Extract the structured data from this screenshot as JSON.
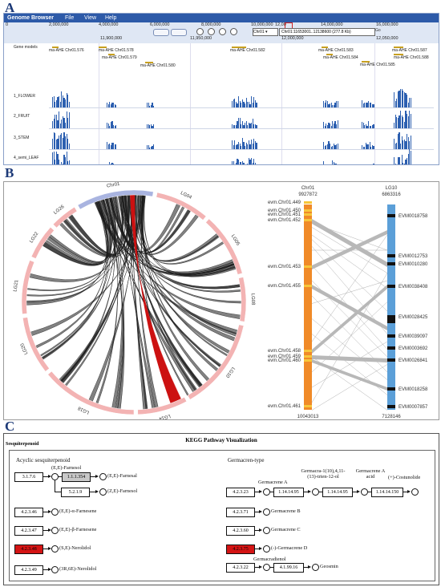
{
  "labels": {
    "a": "A",
    "b": "B",
    "c": "C"
  },
  "browser": {
    "title": "Genome Browser",
    "menu": [
      "File",
      "View",
      "Help"
    ],
    "coords_top": [
      "0",
      "2,000,000",
      "4,000,000",
      "6,000,000",
      "8,000,000",
      "10,000,000",
      "12,00",
      "14,000,000",
      "16,000,000"
    ],
    "coords_zoom": [
      "11,900,000",
      "11,950,000",
      "12,000,000",
      "12,050,000"
    ],
    "chr_select": "Chr01 ▾",
    "region": "Chr01:11653001..12138600 (277.8 Kb)",
    "go": "Go",
    "tracks": [
      "Gene models",
      "1_FLOWER",
      "2_FRUIT",
      "3_STEM",
      "4_semi_LEAF"
    ],
    "genes": [
      "ma-AHE Chr01.576",
      "ma-AHE Chr01.578",
      "ma-AHE Chr01.579",
      "ma-AHE Chr01.580",
      "ma-AHE Chr01.582",
      "ma-AHE Chr01.583",
      "ma-AHE Chr01.584",
      "ma-AHE Chr01.587",
      "ma-AHE Chr01.588",
      "ma-AHE Chr01.585"
    ]
  },
  "circos": {
    "chromosomes": [
      "Chr01",
      "LG04",
      "LG05",
      "LG08",
      "LG10",
      "LG14",
      "LG18",
      "LG20",
      "LG21",
      "LG22",
      "LG26"
    ],
    "colors": {
      "chr01": "#a9b4e0",
      "lg": "#f3b3b3",
      "link": "#1a1a1a",
      "highlight": "#cc1111"
    }
  },
  "synteny": {
    "left_name": "Chr01",
    "left_top": "9927872",
    "left_bottom": "10043013",
    "right_name": "LG10",
    "right_top": "6863316",
    "right_bottom": "7128146",
    "left_genes": [
      "evm.Chr01.449",
      "evm.Chr01.450",
      "evm.Chr01.451",
      "evm.Chr01.452",
      "evm.Chr01.453",
      "evm.Chr01.455",
      "evm.Chr01.458",
      "evm.Chr01.459",
      "evm.Chr01.460",
      "evm.Chr01.461"
    ],
    "right_genes": [
      "EVM0018758",
      "EVM0012753",
      "EVM0010280",
      "EVM0038408",
      "EVM0028425",
      "EVM0039097",
      "EVM0003692",
      "EVM0026841",
      "EVM0018258",
      "EVM0007857"
    ],
    "colors": {
      "left": "#f08a28",
      "right": "#5b9fd8",
      "left_mark": "#f7c63a",
      "right_mark": "#111111"
    }
  },
  "kegg": {
    "title": "KEGG Pathway Visualization",
    "pathway": "Sesquiterpenoid",
    "acyclic_title": "Acyclic sesquiterpenoid",
    "germacrene_title": "Germacren-type",
    "ec": {
      "e1": "3.1.7.6",
      "e2": "1.1.1.354",
      "e3": "5.2.1.9",
      "e4": "4.2.3.46",
      "e5": "4.2.3.47",
      "e6": "4.2.3.48",
      "e7": "4.2.3.49",
      "e8": "4.2.3.23",
      "e9": "1.14.14.95",
      "e10": "1.14.14.95",
      "e11": "1.14.14.150",
      "e12": "4.2.3.71",
      "e13": "4.2.3.60",
      "e14": "4.2.3.75",
      "e15": "4.2.3.22",
      "e16": "4.1.99.16"
    },
    "compounds": {
      "farnesol_ee": "(E,E)-Farnesol",
      "farnesal": "(E,E)-Farnesal",
      "farnesol_ze": "(Z,E)-Farnesol",
      "a_farnesene": "(E,E)-α-Farnesene",
      "b_farnesene": "(E,E)-β-Farnesene",
      "nerolidol": "(S,E)-Nerolidol",
      "nerolidol_3r": "(3R,6E)-Nerolidol",
      "germ_a": "Germacrene A",
      "germ_trien": "Germacra-1(10),4,11-(13)-trien-12-ol",
      "germ_acid": "Germacrene A acid",
      "costunolide": "(+)-Costunolide",
      "germ_b": "Germacrene B",
      "germ_c": "Germacrene C",
      "germ_d": "(-)-Germacrene D",
      "germacradienol": "Germacradienol",
      "geosmin": "Geosmin"
    },
    "colors": {
      "highlight": "#d41414",
      "gray": "#c8c8c8"
    }
  }
}
